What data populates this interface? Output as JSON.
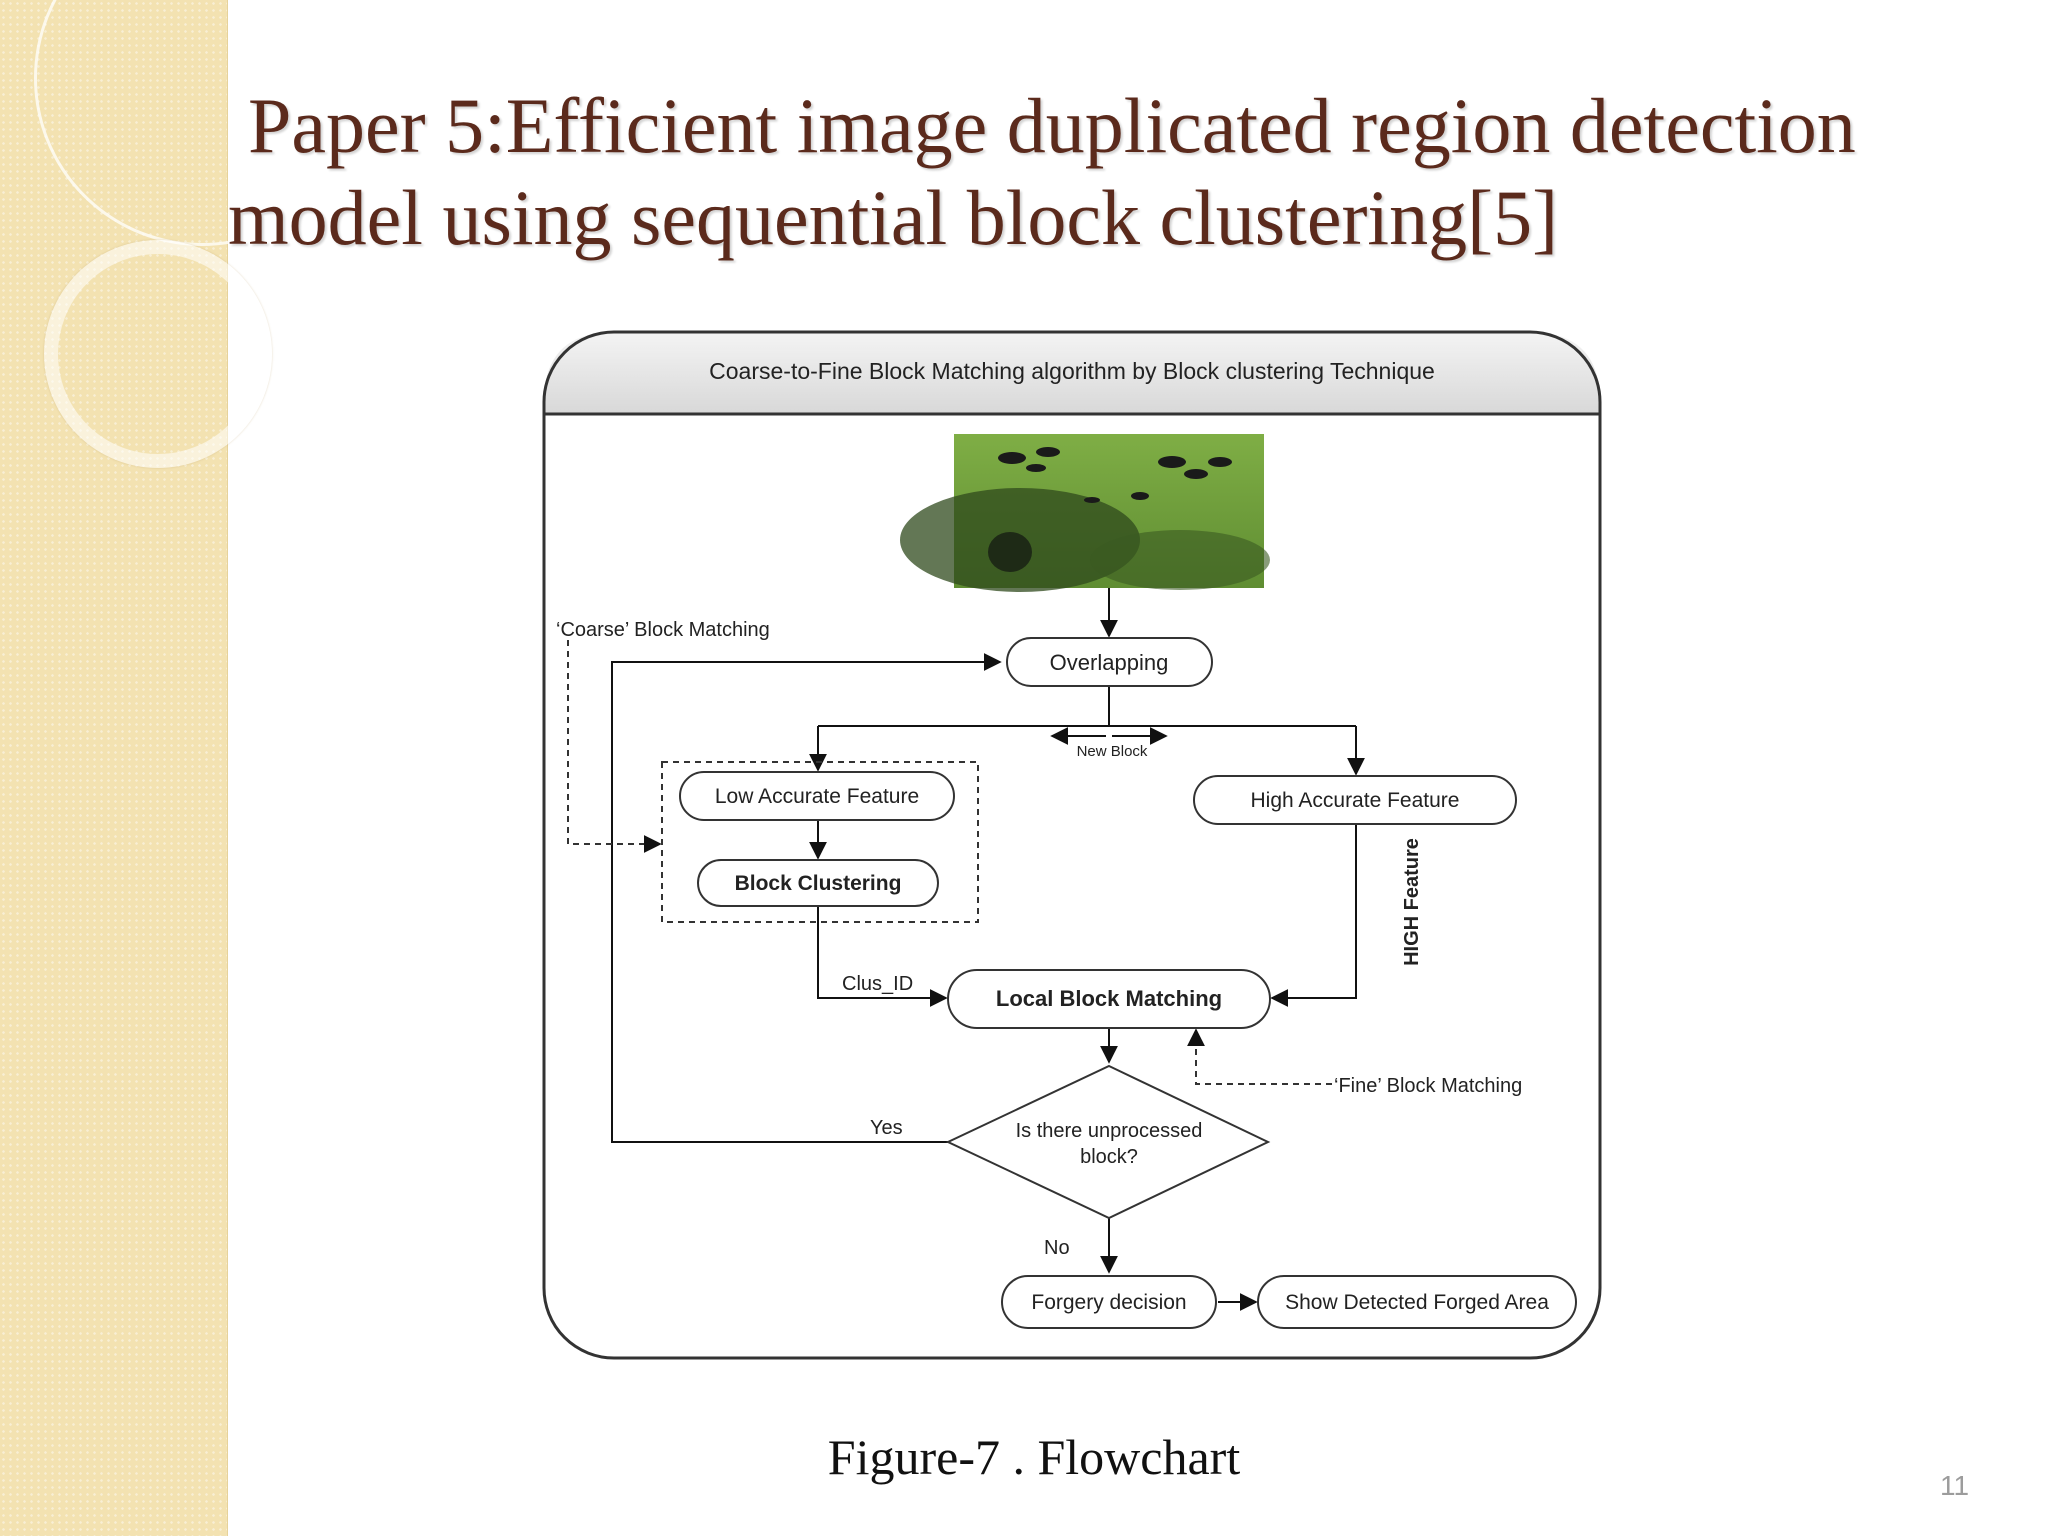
{
  "slide": {
    "title_line1": "Paper 5:Efficient image duplicated region detection",
    "title_line2": "model using sequential block clustering[5]",
    "caption": "Figure-7 . Flowchart",
    "page_number": "11"
  },
  "flowchart": {
    "header": "Coarse-to-Fine Block Matching algorithm by Block clustering Technique",
    "nodes": {
      "overlapping": "Overlapping",
      "low_feature": "Low Accurate Feature",
      "block_clustering": "Block Clustering",
      "high_feature": "High Accurate Feature",
      "local_matching": "Local Block Matching",
      "decision_line1": "Is there unprocessed",
      "decision_line2": "block?",
      "forgery_decision": "Forgery decision",
      "show_forged": "Show Detected Forged Area"
    },
    "labels": {
      "coarse": "‘Coarse’ Block Matching",
      "new_block": "New Block",
      "clus_id": "Clus_ID",
      "high_feature": "HIGH Feature",
      "fine": "‘Fine’ Block Matching",
      "yes": "Yes",
      "no": "No"
    },
    "input_image": "birds on grass photo"
  },
  "colors": {
    "title": "#5b2a1c",
    "sidebar": "#f3e2b1",
    "grass": "#6a9a3a",
    "page_number": "#9c9c9c"
  }
}
